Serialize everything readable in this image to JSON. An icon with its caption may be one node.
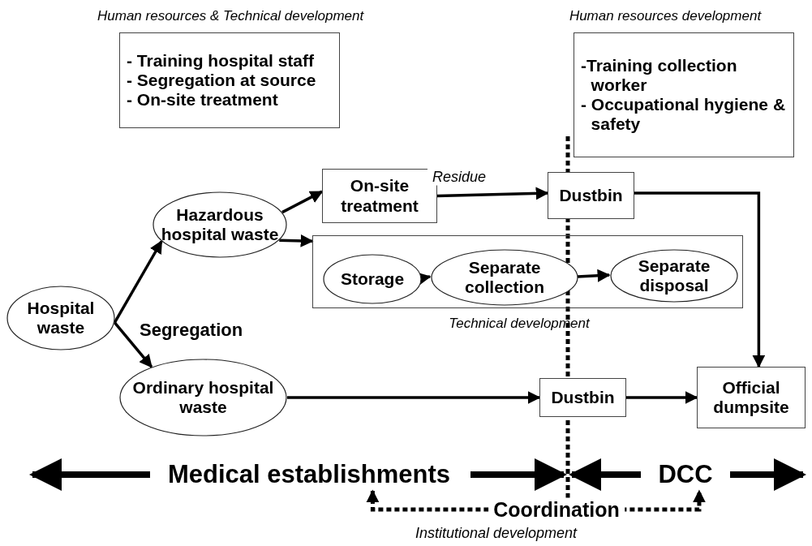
{
  "diagram": {
    "nodes": [
      {
        "text": [
          "- Training hospital staff",
          "- Segregation at source",
          "- On-site treatment"
        ],
        "beside": [
          "Human resources & Technical development"
        ]
      },
      {
        "text": [
          "-Training collection worker",
          "- Occupational hygiene & safety"
        ],
        "beside": [
          "Human resources development"
        ]
      },
      {
        "text": [
          "Hospital waste"
        ]
      },
      {
        "text": [
          "Hazardous hospital waste"
        ]
      },
      {
        "text": [
          "Ordinary hospital waste"
        ]
      },
      {
        "text": [
          "On-site treatment"
        ]
      },
      {
        "text": [
          "Dustbin"
        ]
      },
      {
        "text": [],
        "shape": "box",
        "beside": [
          "Technical development"
        ]
      },
      {
        "text": [
          "Storage"
        ],
        "in": 7
      },
      {
        "text": [
          "Separate collection"
        ],
        "in": 7
      },
      {
        "text": [
          "Separate disposal"
        ],
        "in": 7
      },
      {
        "text": [
          "Dustbin"
        ]
      },
      {
        "text": [
          "Official dumpsite"
        ]
      },
      {
        "text": [
          "Medical establishments"
        ]
      },
      {
        "text": [
          "DCC"
        ]
      }
    ],
    "edges": [
      {
        "from": 2,
        "to": 3,
        "arrow": "to"
      },
      {
        "from": 2,
        "to": 4,
        "arrow": "to"
      },
      {
        "from": 3,
        "to": 5,
        "arrow": "to"
      },
      {
        "from": 3,
        "to": 7,
        "arrow": "to"
      },
      {
        "from": 5,
        "to": 6,
        "arrow": "to",
        "label": "Residue"
      },
      {
        "from": 8,
        "to": 9,
        "arrow": "to"
      },
      {
        "from": 9,
        "to": 10,
        "arrow": "to"
      },
      {
        "from": 4,
        "to": 11,
        "arrow": "to"
      },
      {
        "from": 11,
        "to": 12,
        "arrow": "to"
      },
      {
        "from": 6,
        "to": 12,
        "arrow": "to"
      },
      {
        "from": 13,
        "to": 14,
        "arrow": "both",
        "label": "Coordination",
        "style": "dashed"
      }
    ],
    "labels": [
      "Segregation",
      "Institutional development"
    ]
  }
}
